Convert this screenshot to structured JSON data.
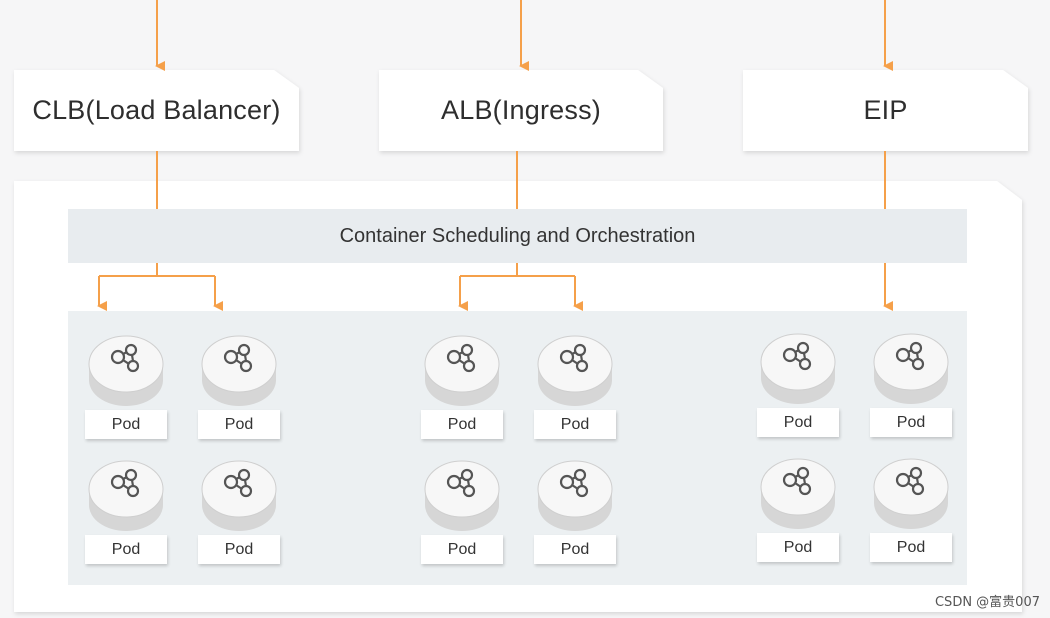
{
  "colors": {
    "arrow": "#f5a04a",
    "background": "#f6f6f7",
    "panel": "#ffffff",
    "band": "#e8ecef",
    "pod_area": "#ecf0f2",
    "pod_top": "#f6f6f6",
    "pod_side": "#dcdcdc"
  },
  "gateways": [
    {
      "label": "CLB(Load Balancer)"
    },
    {
      "label": "ALB(Ingress)"
    },
    {
      "label": "EIP"
    }
  ],
  "scheduler": {
    "label": "Container Scheduling and Orchestration"
  },
  "pod_label": "Pod",
  "pod_icon": "network-nodes-icon",
  "watermark": "CSDN @富贵007"
}
